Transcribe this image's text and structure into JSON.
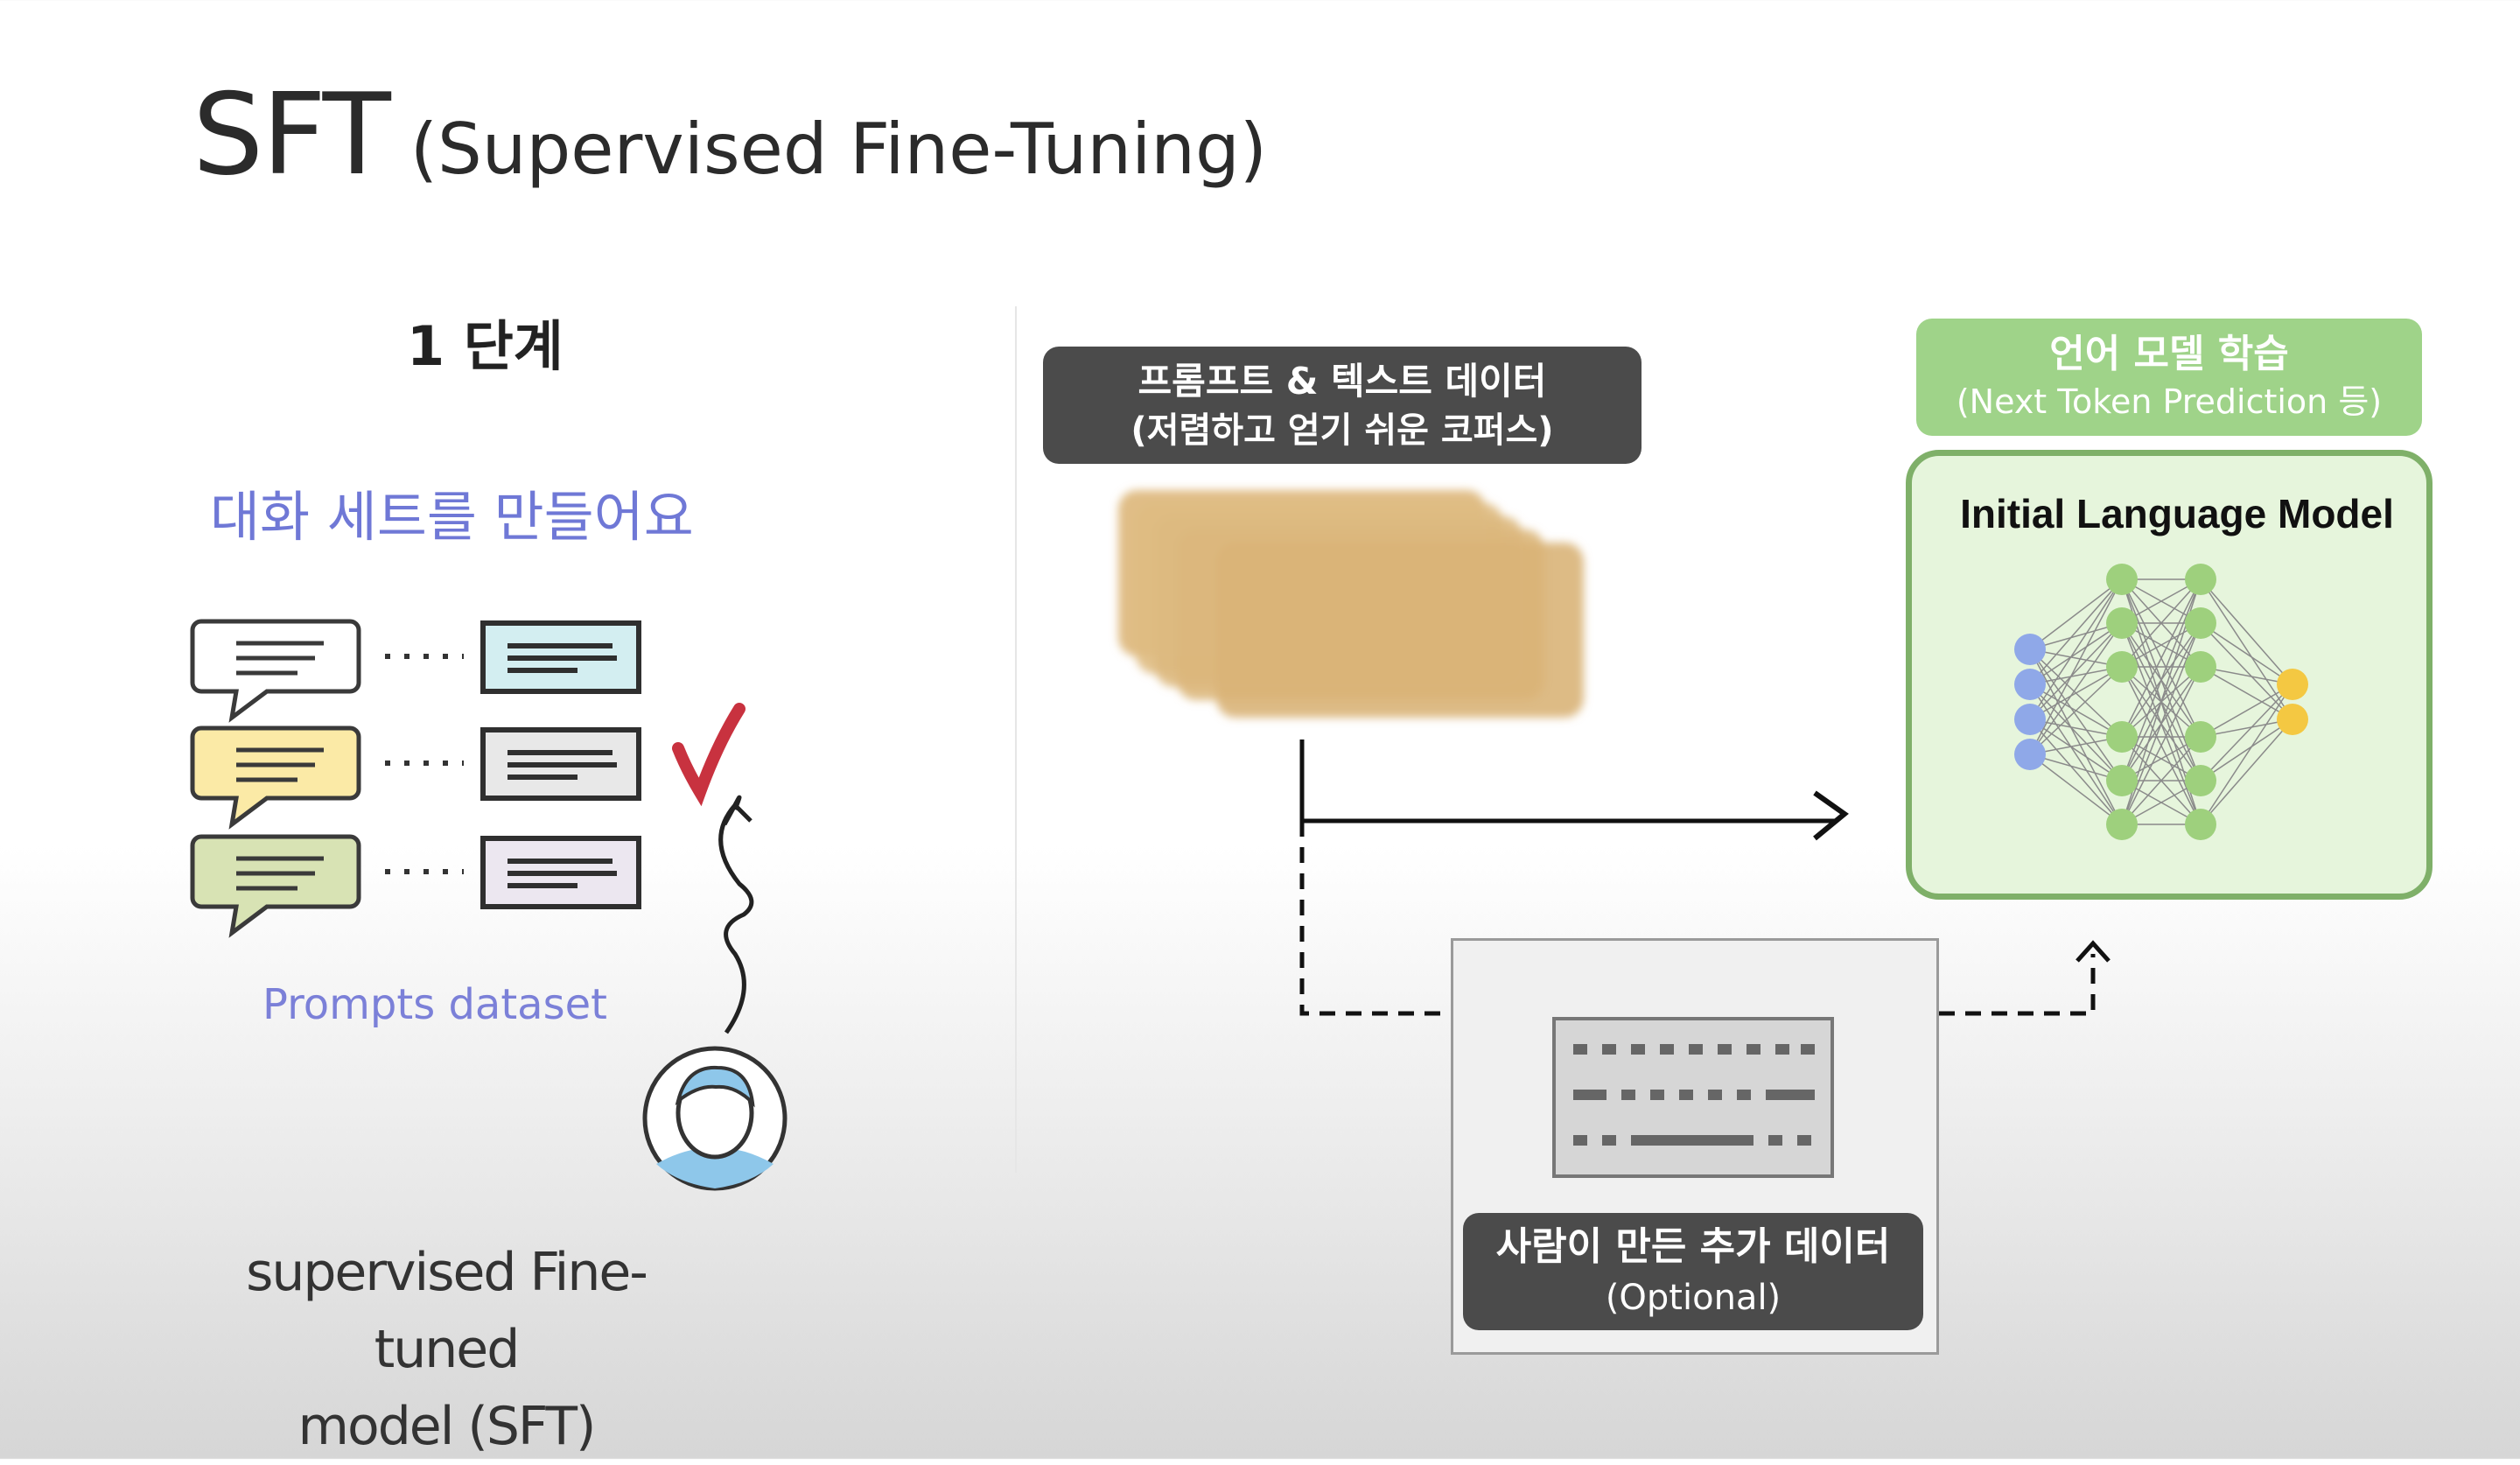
{
  "title": {
    "main": "SFT",
    "sub": "(Supervised Fine-Tuning)"
  },
  "left": {
    "step": "1 단계",
    "make_dialogue": "대화 세트를 만들어요",
    "prompts_dataset": "Prompts dataset",
    "caption_line1": "supervised Fine-tuned",
    "caption_line2": "model (SFT)"
  },
  "diagram": {
    "data_box": {
      "line1": "프롬프트 & 텍스트 데이터",
      "line2": "(저렴하고 얻기 쉬운 코퍼스)"
    },
    "learn_box": {
      "line1": "언어 모델 학습",
      "line2": "(Next Token Prediction 등)"
    },
    "model_label": "Initial Language Model",
    "extra_box": {
      "line1": "사람이 만든 추가 데이터",
      "line2": "(Optional)"
    }
  },
  "colors": {
    "bubble_white": "#ffffff",
    "bubble_yellow": "#fbeaa6",
    "bubble_olive": "#d8e3b4",
    "card_cyan": "#d3eef1",
    "card_gray": "#e8e8e8",
    "card_lavender": "#ece7f0",
    "check_red": "#c8323f",
    "node_blue": "#8fa8e8",
    "node_green": "#9ed07d",
    "node_yellow": "#f4c842",
    "accent_green": "#9fd389",
    "dark_box": "#4b4b4b"
  },
  "icons": [
    "speech-bubble-icon",
    "text-card-icon",
    "check-mark-icon",
    "curved-arrow-icon",
    "person-avatar-icon",
    "document-stack-icon",
    "keyboard-icon",
    "neural-network-icon"
  ]
}
